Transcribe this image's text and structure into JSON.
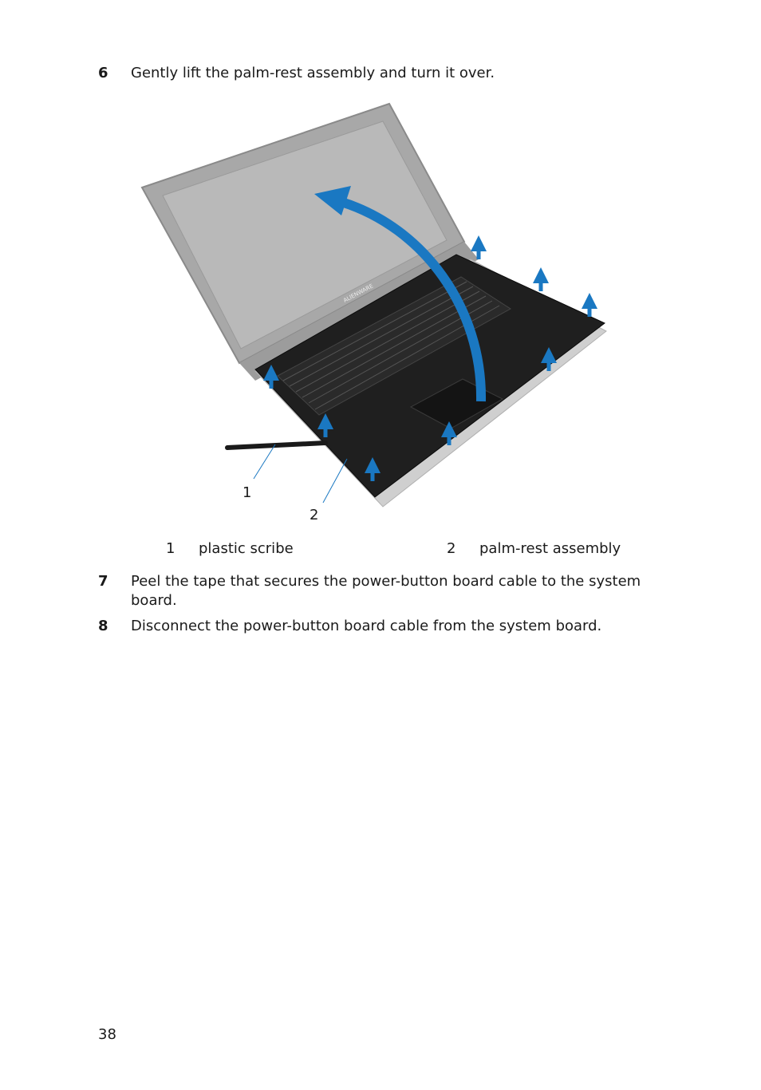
{
  "steps": [
    {
      "num": "6",
      "text": "Gently lift the palm-rest assembly and turn it over."
    },
    {
      "num": "7",
      "text": "Peel the tape that secures the power-button board cable to the system board."
    },
    {
      "num": "8",
      "text": "Disconnect the power-button board cable from the system board."
    }
  ],
  "figure": {
    "callouts": [
      "1",
      "2"
    ],
    "logo_text": "ALIENWARE"
  },
  "legend": [
    {
      "num": "1",
      "label": "plastic scribe"
    },
    {
      "num": "2",
      "label": "palm-rest assembly"
    }
  ],
  "page_number": "38",
  "colors": {
    "arrow": "#1a78c2",
    "text": "#1a1a1a",
    "laptop_lid": "#a9a9a9",
    "palm_rest": "#1c1c1c"
  }
}
